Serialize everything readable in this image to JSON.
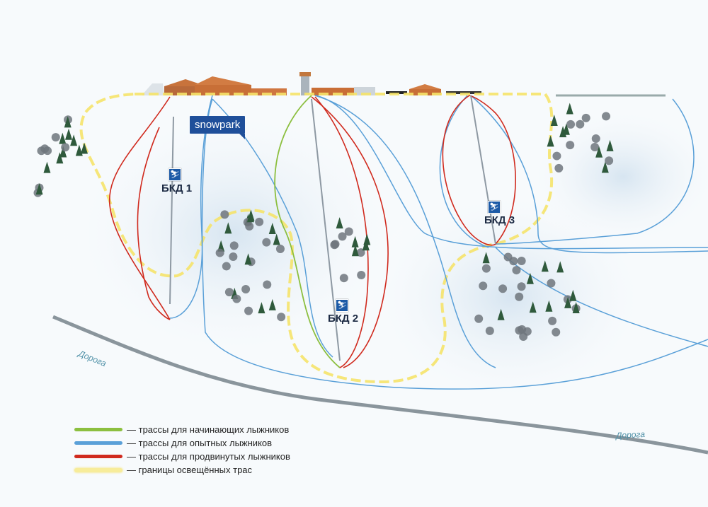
{
  "colors": {
    "beginner": "#8cbf3f",
    "experienced": "#5aa0d8",
    "advanced": "#d02a1e",
    "lit": "#f5e36a",
    "lift_icon": "#1c5aa6",
    "road": "#8a959c"
  },
  "snowpark_label": "snowpark",
  "lifts": [
    {
      "label": "БКД 1",
      "icon": "ski-lift-icon"
    },
    {
      "label": "БКД 2",
      "icon": "ski-lift-icon"
    },
    {
      "label": "БКД 3",
      "icon": "ski-lift-icon"
    }
  ],
  "roads": [
    "Дорога",
    "Дорога"
  ],
  "legend": [
    {
      "color": "#8cbf3f",
      "text": "— трассы для начинающих лыжников"
    },
    {
      "color": "#5aa0d8",
      "text": "— трассы для опытных лыжников"
    },
    {
      "color": "#d02a1e",
      "text": "— трассы для продвинутых лыжников"
    },
    {
      "color": "#f7ec9a",
      "text": "— границы освещённых трас"
    }
  ]
}
